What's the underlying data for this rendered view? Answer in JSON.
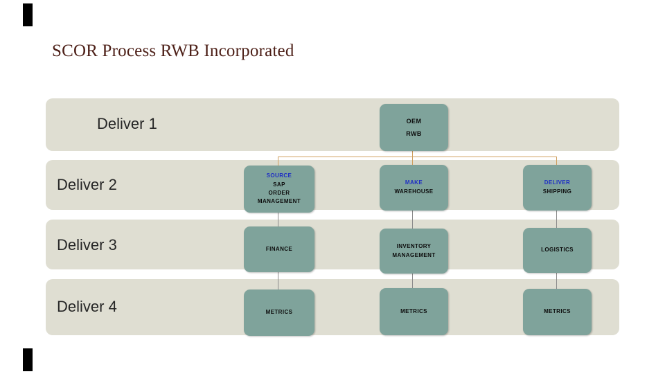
{
  "title": "SCOR Process RWB Incorporated",
  "rows": [
    {
      "label": "Deliver 1"
    },
    {
      "label": "Deliver 2"
    },
    {
      "label": "Deliver 3"
    },
    {
      "label": "Deliver 4"
    }
  ],
  "diagram": {
    "root": {
      "line1": "OEM",
      "line2": "RWB"
    },
    "columns": [
      {
        "process": {
          "title": "SOURCE",
          "sub1": "SAP",
          "sub2": "ORDER",
          "sub3": "MANAGEMENT"
        },
        "function": "FINANCE",
        "metric": "METRICS"
      },
      {
        "process": {
          "title": "MAKE",
          "sub1": "WAREHOUSE"
        },
        "function": "INVENTORY MANAGEMENT",
        "metric": "METRICS"
      },
      {
        "process": {
          "title": "DELIVER",
          "sub1": "SHIPPING"
        },
        "function": "LOGISTICS",
        "metric": "METRICS"
      }
    ]
  },
  "colors": {
    "node_fill": "#7fa39b",
    "band_fill": "#dfded2",
    "process_keyword": "#1f2fc4",
    "connector_tree": "#cf9f5f",
    "connector_link": "#8b8b8b",
    "title_text": "#4d2018",
    "accent_bar": "#000000"
  }
}
